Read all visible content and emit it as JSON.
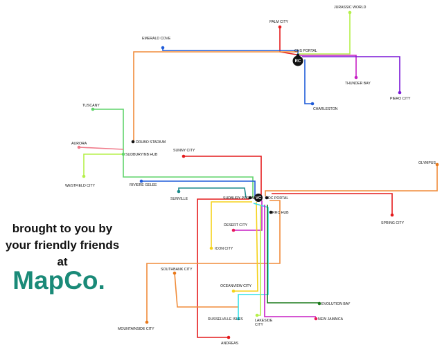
{
  "tagline": [
    "brought to you by",
    "your friendly friends",
    "at"
  ],
  "brand": "MapCo.",
  "hubs": [
    {
      "id": "rc",
      "text": "RC"
    },
    {
      "id": "vc",
      "text": "VC"
    }
  ],
  "colors": {
    "red": "#e41a1c",
    "orange": "#f08c3a",
    "blue": "#1f5bd8",
    "green": "#5fd36a",
    "lime": "#b5f04a",
    "purple": "#7a16d6",
    "magenta": "#c71fc4",
    "cyan": "#33dfe8",
    "yellow": "#f5d21a",
    "pink": "#f07a8a",
    "darkgreen": "#1b7a1b",
    "teal": "#1a8a8a",
    "darkorange": "#e8781a",
    "crimson": "#e81a5a"
  },
  "stations": [
    {
      "id": "jurassic",
      "label": "JURASSIC WORLD",
      "color": "lime"
    },
    {
      "id": "palm",
      "label": "PALM CITY",
      "color": "red"
    },
    {
      "id": "emerald",
      "label": "EMERALD COVE",
      "color": "blue"
    },
    {
      "id": "chs",
      "label": "CHS PORTAL",
      "color": "black"
    },
    {
      "id": "thunder",
      "label": "THUNDER BAY",
      "color": "magenta"
    },
    {
      "id": "piero",
      "label": "PIERO CITY",
      "color": "purple"
    },
    {
      "id": "charleston",
      "label": "CHARLESTON",
      "color": "blue"
    },
    {
      "id": "tuscany",
      "label": "TUSCANY",
      "color": "green"
    },
    {
      "id": "drubo",
      "label": "DRUBO STADIUM",
      "color": "black"
    },
    {
      "id": "aurora",
      "label": "AURORA",
      "color": "pink"
    },
    {
      "id": "sudbury_nb",
      "label": "SUDBURY/NB HUB",
      "color": "green"
    },
    {
      "id": "westfield",
      "label": "WESTFIELD CITY",
      "color": "lime"
    },
    {
      "id": "riviere",
      "label": "RIVIERE GELEE",
      "color": "blue"
    },
    {
      "id": "sunny",
      "label": "SUNNY CITY",
      "color": "red"
    },
    {
      "id": "sunville",
      "label": "SUNVILLE",
      "color": "teal"
    },
    {
      "id": "sudbury_portal",
      "label": "SUDBURY PORTAL",
      "color": "black"
    },
    {
      "id": "dc_portal",
      "label": "DC PORTAL",
      "color": "black"
    },
    {
      "id": "olympus",
      "label": "OLYMPUS",
      "color": "darkorange"
    },
    {
      "id": "spring",
      "label": "SPRING CITY",
      "color": "red"
    },
    {
      "id": "rrc",
      "label": "RRC HUB",
      "color": "black"
    },
    {
      "id": "desert",
      "label": "DESERT CITY",
      "color": "crimson"
    },
    {
      "id": "icon",
      "label": "ICON CITY",
      "color": "yellow"
    },
    {
      "id": "southbank",
      "label": "SOUTHBANK CITY",
      "color": "darkorange"
    },
    {
      "id": "mountainside",
      "label": "MOUNTAINSIDE CITY",
      "color": "darkorange"
    },
    {
      "id": "oceanview",
      "label": "OCEANVIEW CITY",
      "color": "yellow"
    },
    {
      "id": "evolution",
      "label": "EVOLUTION BAY",
      "color": "darkgreen"
    },
    {
      "id": "russelville",
      "label": "RUSSELVILLE ISLES",
      "color": "cyan"
    },
    {
      "id": "lakeside",
      "label": "LAKESIDE CITY",
      "color": "lime"
    },
    {
      "id": "newjamaica",
      "label": "NEW JAMAICA",
      "color": "crimson"
    },
    {
      "id": "andreas",
      "label": "ANDREAS",
      "color": "red"
    }
  ]
}
